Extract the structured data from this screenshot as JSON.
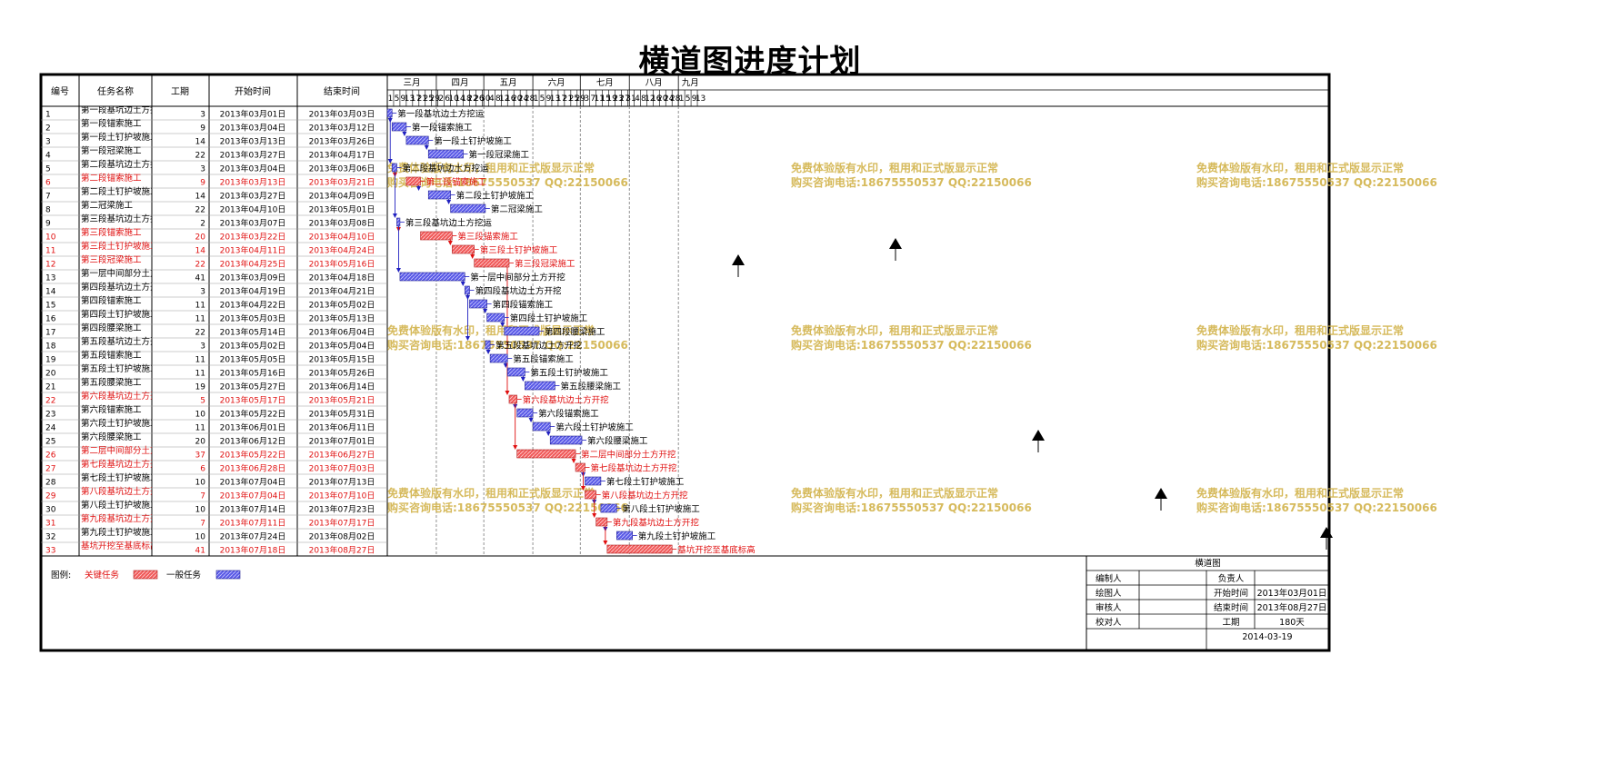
{
  "title": "横道图进度计划",
  "table_headers": {
    "id": "编号",
    "name": "任务名称",
    "duration": "工期",
    "start": "开始时间",
    "end": "结束时间"
  },
  "chart_data": {
    "type": "gantt",
    "months": [
      {
        "label": "三月",
        "start": "2013-03-01",
        "end": "2013-03-31",
        "ticks": [
          "1",
          "5",
          "9",
          "13",
          "17",
          "21",
          "25",
          "29"
        ]
      },
      {
        "label": "四月",
        "start": "2013-04-01",
        "end": "2013-04-30",
        "ticks": [
          "2",
          "6",
          "10",
          "14",
          "18",
          "22",
          "26",
          "30"
        ]
      },
      {
        "label": "五月",
        "start": "2013-05-01",
        "end": "2013-05-31",
        "ticks": [
          "4",
          "8",
          "12",
          "16",
          "20",
          "24",
          "28"
        ]
      },
      {
        "label": "六月",
        "start": "2013-06-01",
        "end": "2013-06-30",
        "ticks": [
          "1",
          "5",
          "9",
          "13",
          "17",
          "21",
          "25",
          "29"
        ]
      },
      {
        "label": "七月",
        "start": "2013-07-01",
        "end": "2013-07-31",
        "ticks": [
          "3",
          "7",
          "11",
          "15",
          "19",
          "23",
          "27",
          "31"
        ]
      },
      {
        "label": "八月",
        "start": "2013-08-01",
        "end": "2013-08-31",
        "ticks": [
          "4",
          "8",
          "12",
          "16",
          "20",
          "24",
          "28"
        ]
      },
      {
        "label": "九月",
        "start": "2013-09-01",
        "end": "2013-09-15",
        "ticks": [
          "1",
          "5",
          "9",
          "13"
        ]
      }
    ],
    "tasks": [
      {
        "id": "1",
        "name": "第一段基坑边土方挖运",
        "duration": "3",
        "start": "2013年03月01日",
        "end": "2013年03月03日",
        "s": "2013-03-01",
        "e": "2013-03-03",
        "critical": false,
        "label": "第一段基坑边土方挖运"
      },
      {
        "id": "2",
        "name": "第一段锚索施工",
        "duration": "9",
        "start": "2013年03月04日",
        "end": "2013年03月12日",
        "s": "2013-03-04",
        "e": "2013-03-12",
        "critical": false,
        "label": "第一段锚索施工"
      },
      {
        "id": "3",
        "name": "第一段土钉护坡施工",
        "duration": "14",
        "start": "2013年03月13日",
        "end": "2013年03月26日",
        "s": "2013-03-13",
        "e": "2013-03-26",
        "critical": false,
        "label": "第一段土钉护坡施工"
      },
      {
        "id": "4",
        "name": "第一段冠梁施工",
        "duration": "22",
        "start": "2013年03月27日",
        "end": "2013年04月17日",
        "s": "2013-03-27",
        "e": "2013-04-17",
        "critical": false,
        "label": "第一段冠梁施工"
      },
      {
        "id": "5",
        "name": "第二段基坑边土方挖运",
        "duration": "3",
        "start": "2013年03月04日",
        "end": "2013年03月06日",
        "s": "2013-03-04",
        "e": "2013-03-06",
        "critical": false,
        "label": "第二段基坑边土方挖运"
      },
      {
        "id": "6",
        "name": "第二段锚索施工",
        "duration": "9",
        "start": "2013年03月13日",
        "end": "2013年03月21日",
        "s": "2013-03-13",
        "e": "2013-03-21",
        "critical": true,
        "label": "第二段锚索施工"
      },
      {
        "id": "7",
        "name": "第二段土钉护坡施工",
        "duration": "14",
        "start": "2013年03月27日",
        "end": "2013年04月09日",
        "s": "2013-03-27",
        "e": "2013-04-09",
        "critical": false,
        "label": "第二段土钉护坡施工"
      },
      {
        "id": "8",
        "name": "第二冠梁施工",
        "duration": "22",
        "start": "2013年04月10日",
        "end": "2013年05月01日",
        "s": "2013-04-10",
        "e": "2013-05-01",
        "critical": false,
        "label": "第二冠梁施工"
      },
      {
        "id": "9",
        "name": "第三段基坑边土方挖运",
        "duration": "2",
        "start": "2013年03月07日",
        "end": "2013年03月08日",
        "s": "2013-03-07",
        "e": "2013-03-08",
        "critical": false,
        "label": "第三段基坑边土方挖运"
      },
      {
        "id": "10",
        "name": "第三段锚索施工",
        "duration": "20",
        "start": "2013年03月22日",
        "end": "2013年04月10日",
        "s": "2013-03-22",
        "e": "2013-04-10",
        "critical": true,
        "label": "第三段锚索施工"
      },
      {
        "id": "11",
        "name": "第三段土钉护坡施工",
        "duration": "14",
        "start": "2013年04月11日",
        "end": "2013年04月24日",
        "s": "2013-04-11",
        "e": "2013-04-24",
        "critical": true,
        "label": "第三段土钉护坡施工"
      },
      {
        "id": "12",
        "name": "第三段冠梁施工",
        "duration": "22",
        "start": "2013年04月25日",
        "end": "2013年05月16日",
        "s": "2013-04-25",
        "e": "2013-05-16",
        "critical": true,
        "label": "第三段冠梁施工"
      },
      {
        "id": "13",
        "name": "第一层中间部分土方开挖",
        "duration": "41",
        "start": "2013年03月09日",
        "end": "2013年04月18日",
        "s": "2013-03-09",
        "e": "2013-04-18",
        "critical": false,
        "label": "第一层中间部分土方开挖"
      },
      {
        "id": "14",
        "name": "第四段基坑边土方开挖",
        "duration": "3",
        "start": "2013年04月19日",
        "end": "2013年04月21日",
        "s": "2013-04-19",
        "e": "2013-04-21",
        "critical": false,
        "label": "第四段基坑边土方开挖"
      },
      {
        "id": "15",
        "name": "第四段锚索施工",
        "duration": "11",
        "start": "2013年04月22日",
        "end": "2013年05月02日",
        "s": "2013-04-22",
        "e": "2013-05-02",
        "critical": false,
        "label": "第四段锚索施工"
      },
      {
        "id": "16",
        "name": "第四段土钉护坡施工",
        "duration": "11",
        "start": "2013年05月03日",
        "end": "2013年05月13日",
        "s": "2013-05-03",
        "e": "2013-05-13",
        "critical": false,
        "label": "第四段土钉护坡施工"
      },
      {
        "id": "17",
        "name": "第四段腰梁施工",
        "duration": "22",
        "start": "2013年05月14日",
        "end": "2013年06月04日",
        "s": "2013-05-14",
        "e": "2013-06-04",
        "critical": false,
        "label": "第四段腰梁施工"
      },
      {
        "id": "18",
        "name": "第五段基坑边土方开挖",
        "duration": "3",
        "start": "2013年05月02日",
        "end": "2013年05月04日",
        "s": "2013-05-02",
        "e": "2013-05-04",
        "critical": false,
        "label": "第五段基坑边土方开挖"
      },
      {
        "id": "19",
        "name": "第五段锚索施工",
        "duration": "11",
        "start": "2013年05月05日",
        "end": "2013年05月15日",
        "s": "2013-05-05",
        "e": "2013-05-15",
        "critical": false,
        "label": "第五段锚索施工"
      },
      {
        "id": "20",
        "name": "第五段土钉护坡施工",
        "duration": "11",
        "start": "2013年05月16日",
        "end": "2013年05月26日",
        "s": "2013-05-16",
        "e": "2013-05-26",
        "critical": false,
        "label": "第五段土钉护坡施工"
      },
      {
        "id": "21",
        "name": "第五段腰梁施工",
        "duration": "19",
        "start": "2013年05月27日",
        "end": "2013年06月14日",
        "s": "2013-05-27",
        "e": "2013-06-14",
        "critical": false,
        "label": "第五段腰梁施工"
      },
      {
        "id": "22",
        "name": "第六段基坑边土方开挖",
        "duration": "5",
        "start": "2013年05月17日",
        "end": "2013年05月21日",
        "s": "2013-05-17",
        "e": "2013-05-21",
        "critical": true,
        "label": "第六段基坑边土方开挖"
      },
      {
        "id": "23",
        "name": "第六段锚索施工",
        "duration": "10",
        "start": "2013年05月22日",
        "end": "2013年05月31日",
        "s": "2013-05-22",
        "e": "2013-05-31",
        "critical": false,
        "label": "第六段锚索施工"
      },
      {
        "id": "24",
        "name": "第六段土钉护坡施工",
        "duration": "11",
        "start": "2013年06月01日",
        "end": "2013年06月11日",
        "s": "2013-06-01",
        "e": "2013-06-11",
        "critical": false,
        "label": "第六段土钉护坡施工"
      },
      {
        "id": "25",
        "name": "第六段腰梁施工",
        "duration": "20",
        "start": "2013年06月12日",
        "end": "2013年07月01日",
        "s": "2013-06-12",
        "e": "2013-07-01",
        "critical": false,
        "label": "第六段腰梁施工"
      },
      {
        "id": "26",
        "name": "第二层中间部分土方开挖",
        "duration": "37",
        "start": "2013年05月22日",
        "end": "2013年06月27日",
        "s": "2013-05-22",
        "e": "2013-06-27",
        "critical": true,
        "label": "第二层中间部分土方开挖"
      },
      {
        "id": "27",
        "name": "第七段基坑边土方开挖",
        "duration": "6",
        "start": "2013年06月28日",
        "end": "2013年07月03日",
        "s": "2013-06-28",
        "e": "2013-07-03",
        "critical": true,
        "label": "第七段基坑边土方开挖"
      },
      {
        "id": "28",
        "name": "第七段土钉护坡施工",
        "duration": "10",
        "start": "2013年07月04日",
        "end": "2013年07月13日",
        "s": "2013-07-04",
        "e": "2013-07-13",
        "critical": false,
        "label": "第七段土钉护坡施工"
      },
      {
        "id": "29",
        "name": "第八段基坑边土方开挖",
        "duration": "7",
        "start": "2013年07月04日",
        "end": "2013年07月10日",
        "s": "2013-07-04",
        "e": "2013-07-10",
        "critical": true,
        "label": "第八段基坑边土方开挖"
      },
      {
        "id": "30",
        "name": "第八段土钉护坡施工",
        "duration": "10",
        "start": "2013年07月14日",
        "end": "2013年07月23日",
        "s": "2013-07-14",
        "e": "2013-07-23",
        "critical": false,
        "label": "第八段土钉护坡施工"
      },
      {
        "id": "31",
        "name": "第九段基坑边土方开挖",
        "duration": "7",
        "start": "2013年07月11日",
        "end": "2013年07月17日",
        "s": "2013-07-11",
        "e": "2013-07-17",
        "critical": true,
        "label": "第九段基坑边土方开挖"
      },
      {
        "id": "32",
        "name": "第九段土钉护坡施工",
        "duration": "10",
        "start": "2013年07月24日",
        "end": "2013年08月02日",
        "s": "2013-07-24",
        "e": "2013-08-02",
        "critical": false,
        "label": "第九段土钉护坡施工"
      },
      {
        "id": "33",
        "name": "基坑开挖至基底标高",
        "duration": "41",
        "start": "2013年07月18日",
        "end": "2013年08月27日",
        "s": "2013-07-18",
        "e": "2013-08-27",
        "critical": true,
        "label": "基坑开挖至基底标高"
      }
    ],
    "links": [
      [
        1,
        2
      ],
      [
        2,
        3
      ],
      [
        3,
        4
      ],
      [
        1,
        5
      ],
      [
        5,
        6
      ],
      [
        6,
        7
      ],
      [
        7,
        8
      ],
      [
        5,
        9
      ],
      [
        9,
        10
      ],
      [
        10,
        11
      ],
      [
        11,
        12
      ],
      [
        9,
        13
      ],
      [
        13,
        14
      ],
      [
        14,
        15
      ],
      [
        15,
        16
      ],
      [
        16,
        17
      ],
      [
        14,
        18
      ],
      [
        18,
        19
      ],
      [
        19,
        20
      ],
      [
        20,
        21
      ],
      [
        12,
        22
      ],
      [
        22,
        23
      ],
      [
        23,
        24
      ],
      [
        24,
        25
      ],
      [
        22,
        26
      ],
      [
        26,
        27
      ],
      [
        27,
        28
      ],
      [
        27,
        29
      ],
      [
        29,
        30
      ],
      [
        29,
        31
      ],
      [
        31,
        32
      ],
      [
        31,
        33
      ]
    ],
    "colors": {
      "critical": "#f05a5a",
      "normal": "#5a5ae6",
      "critical_text": "#e01010",
      "normal_text": "#000000",
      "watermark": "#cfae40"
    }
  },
  "legend": {
    "label": "图例:",
    "critical": "关键任务",
    "normal": "一般任务"
  },
  "watermark": {
    "line1": "免费体验版有水印，租用和正式版显示正常",
    "line2": "购买咨询电话:18675550537 QQ:22150066"
  },
  "info_box": {
    "header": "横道图",
    "rows": [
      [
        "编制人",
        "",
        "负责人",
        ""
      ],
      [
        "绘图人",
        "",
        "开始时间",
        "2013年03月01日"
      ],
      [
        "审核人",
        "",
        "结束时间",
        "2013年08月27日"
      ],
      [
        "校对人",
        "",
        "工期",
        "180天"
      ]
    ],
    "date": "2014-03-19"
  }
}
